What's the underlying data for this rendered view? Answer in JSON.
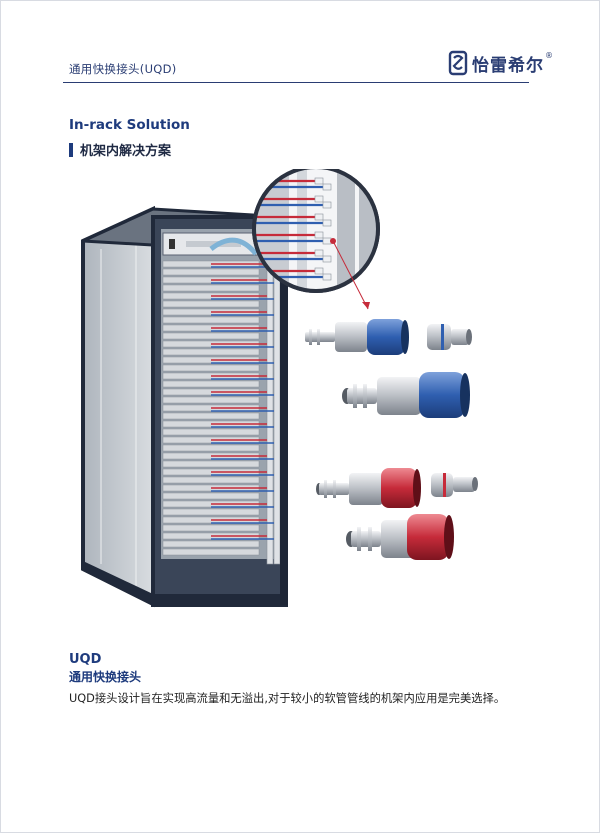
{
  "header": {
    "title": "通用快换接头(UQD)",
    "brand": "怡雷希尔",
    "brand_mark": "registered-mark",
    "accent_color": "#2a3d73"
  },
  "section": {
    "title_en": "In-rack Solution",
    "title_cn": "机架内解决方案"
  },
  "illustration": {
    "subject": "server-rack-with-manifold",
    "connector_colors": {
      "blue": "#2f5fb0",
      "red": "#c62b3a",
      "metal": "#c9ccd1"
    }
  },
  "product": {
    "name": "UQD",
    "subtitle": "通用快换接头",
    "description": "UQD接头设计旨在实现高流量和无溢出,对于较小的软管管线的机架内应用是完美选择。"
  }
}
